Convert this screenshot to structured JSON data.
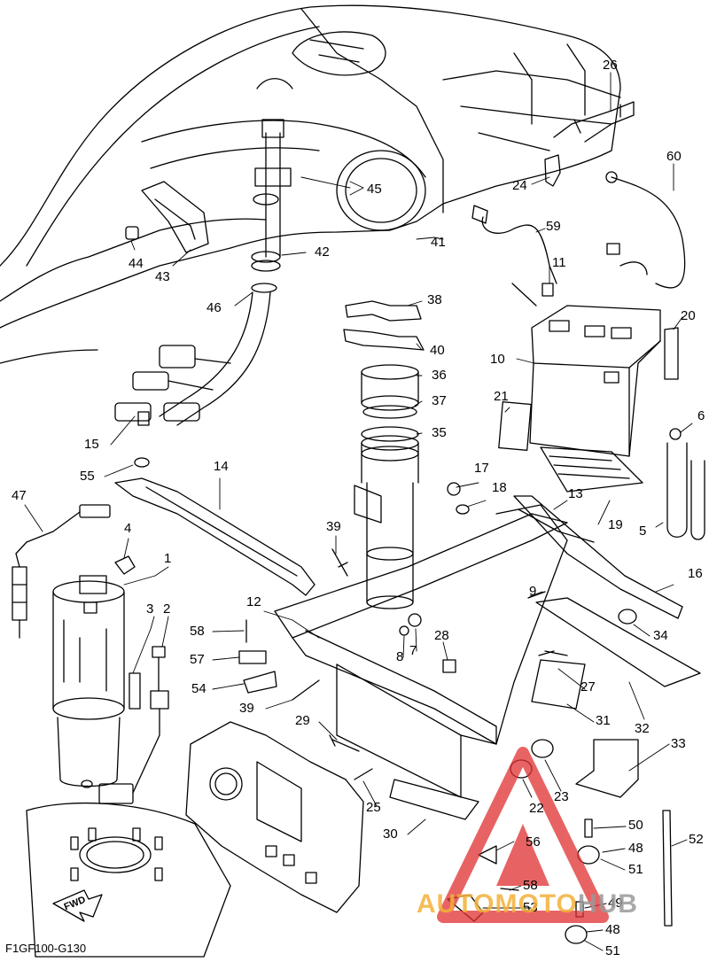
{
  "diagram": {
    "code": "F1GF100-G130",
    "direction_label": "FWD",
    "callouts": [
      {
        "id": "26",
        "text": "26"
      },
      {
        "id": "24",
        "text": "24"
      },
      {
        "id": "60",
        "text": "60"
      },
      {
        "id": "45",
        "text": "45"
      },
      {
        "id": "41",
        "text": "41"
      },
      {
        "id": "42",
        "text": "42"
      },
      {
        "id": "44",
        "text": "44"
      },
      {
        "id": "43",
        "text": "43"
      },
      {
        "id": "46",
        "text": "46"
      },
      {
        "id": "59",
        "text": "59"
      },
      {
        "id": "11",
        "text": "11"
      },
      {
        "id": "20",
        "text": "20"
      },
      {
        "id": "10",
        "text": "10"
      },
      {
        "id": "38",
        "text": "38"
      },
      {
        "id": "40",
        "text": "40"
      },
      {
        "id": "36",
        "text": "36"
      },
      {
        "id": "37",
        "text": "37"
      },
      {
        "id": "35",
        "text": "35"
      },
      {
        "id": "21",
        "text": "21"
      },
      {
        "id": "6",
        "text": "6"
      },
      {
        "id": "15",
        "text": "15"
      },
      {
        "id": "55",
        "text": "55"
      },
      {
        "id": "14",
        "text": "14"
      },
      {
        "id": "17",
        "text": "17"
      },
      {
        "id": "18",
        "text": "18"
      },
      {
        "id": "13",
        "text": "13"
      },
      {
        "id": "19",
        "text": "19"
      },
      {
        "id": "5",
        "text": "5"
      },
      {
        "id": "47",
        "text": "47"
      },
      {
        "id": "4",
        "text": "4"
      },
      {
        "id": "39a",
        "text": "39"
      },
      {
        "id": "16",
        "text": "16"
      },
      {
        "id": "1",
        "text": "1"
      },
      {
        "id": "9",
        "text": "9"
      },
      {
        "id": "3",
        "text": "3"
      },
      {
        "id": "2",
        "text": "2"
      },
      {
        "id": "12",
        "text": "12"
      },
      {
        "id": "34",
        "text": "34"
      },
      {
        "id": "58a",
        "text": "58"
      },
      {
        "id": "28",
        "text": "28"
      },
      {
        "id": "8",
        "text": "8"
      },
      {
        "id": "7",
        "text": "7"
      },
      {
        "id": "57",
        "text": "57"
      },
      {
        "id": "27",
        "text": "27"
      },
      {
        "id": "54",
        "text": "54"
      },
      {
        "id": "39b",
        "text": "39"
      },
      {
        "id": "31",
        "text": "31"
      },
      {
        "id": "32",
        "text": "32"
      },
      {
        "id": "29",
        "text": "29"
      },
      {
        "id": "33",
        "text": "33"
      },
      {
        "id": "23",
        "text": "23"
      },
      {
        "id": "22",
        "text": "22"
      },
      {
        "id": "25",
        "text": "25"
      },
      {
        "id": "50",
        "text": "50"
      },
      {
        "id": "30",
        "text": "30"
      },
      {
        "id": "56",
        "text": "56"
      },
      {
        "id": "48a",
        "text": "48"
      },
      {
        "id": "52",
        "text": "52"
      },
      {
        "id": "51a",
        "text": "51"
      },
      {
        "id": "58b",
        "text": "58"
      },
      {
        "id": "53",
        "text": "53"
      },
      {
        "id": "49",
        "text": "49"
      },
      {
        "id": "48b",
        "text": "48"
      },
      {
        "id": "51b",
        "text": "51"
      }
    ]
  },
  "watermark": {
    "part_a": "AUTO",
    "part_b": "MOTO",
    "part_c": "HUB"
  },
  "colors": {
    "line": "#000000",
    "watermark_red": "#e03030",
    "watermark_orange": "#f3b13a",
    "watermark_gray": "#9a9a9a"
  }
}
